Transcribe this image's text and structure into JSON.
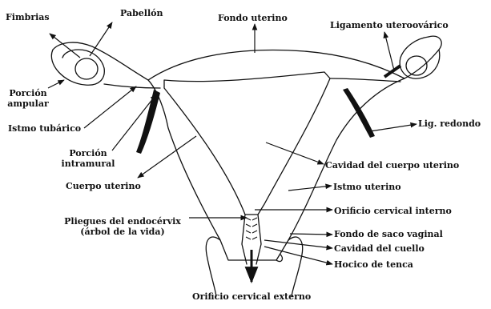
{
  "diagram": {
    "colors": {
      "ink": "#111111",
      "fill": "#ffffff"
    },
    "labels": {
      "fimbrias": "Fimbrias",
      "pabellon": "Pabellón",
      "fondo_uterino": "Fondo uterino",
      "ligamento_uteroovarico": "Ligamento uteroovárico",
      "porcion_ampular_1": "Porción",
      "porcion_ampular_2": "ampular",
      "istmo_tubarico": "Istmo tubárico",
      "lig_redondo": "Lig. redondo",
      "porcion_intramural_1": "Porción",
      "porcion_intramural_2": "intramural",
      "cavidad_cuerpo_uterino": "Cavidad del cuerpo uterino",
      "cuerpo_uterino": "Cuerpo uterino",
      "istmo_uterino": "Istmo uterino",
      "pliegues_endocervix_1": "Pliegues del endocérvix",
      "pliegues_endocervix_2": "(árbol de la vida)",
      "orificio_cervical_interno": "Orificio cervical interno",
      "fondo_saco_vaginal": "Fondo de saco vaginal",
      "cavidad_cuello": "Cavidad del cuello",
      "hocico_tenca": "Hocico de tenca",
      "orificio_cervical_externo": "Orificio cervical externo"
    }
  }
}
